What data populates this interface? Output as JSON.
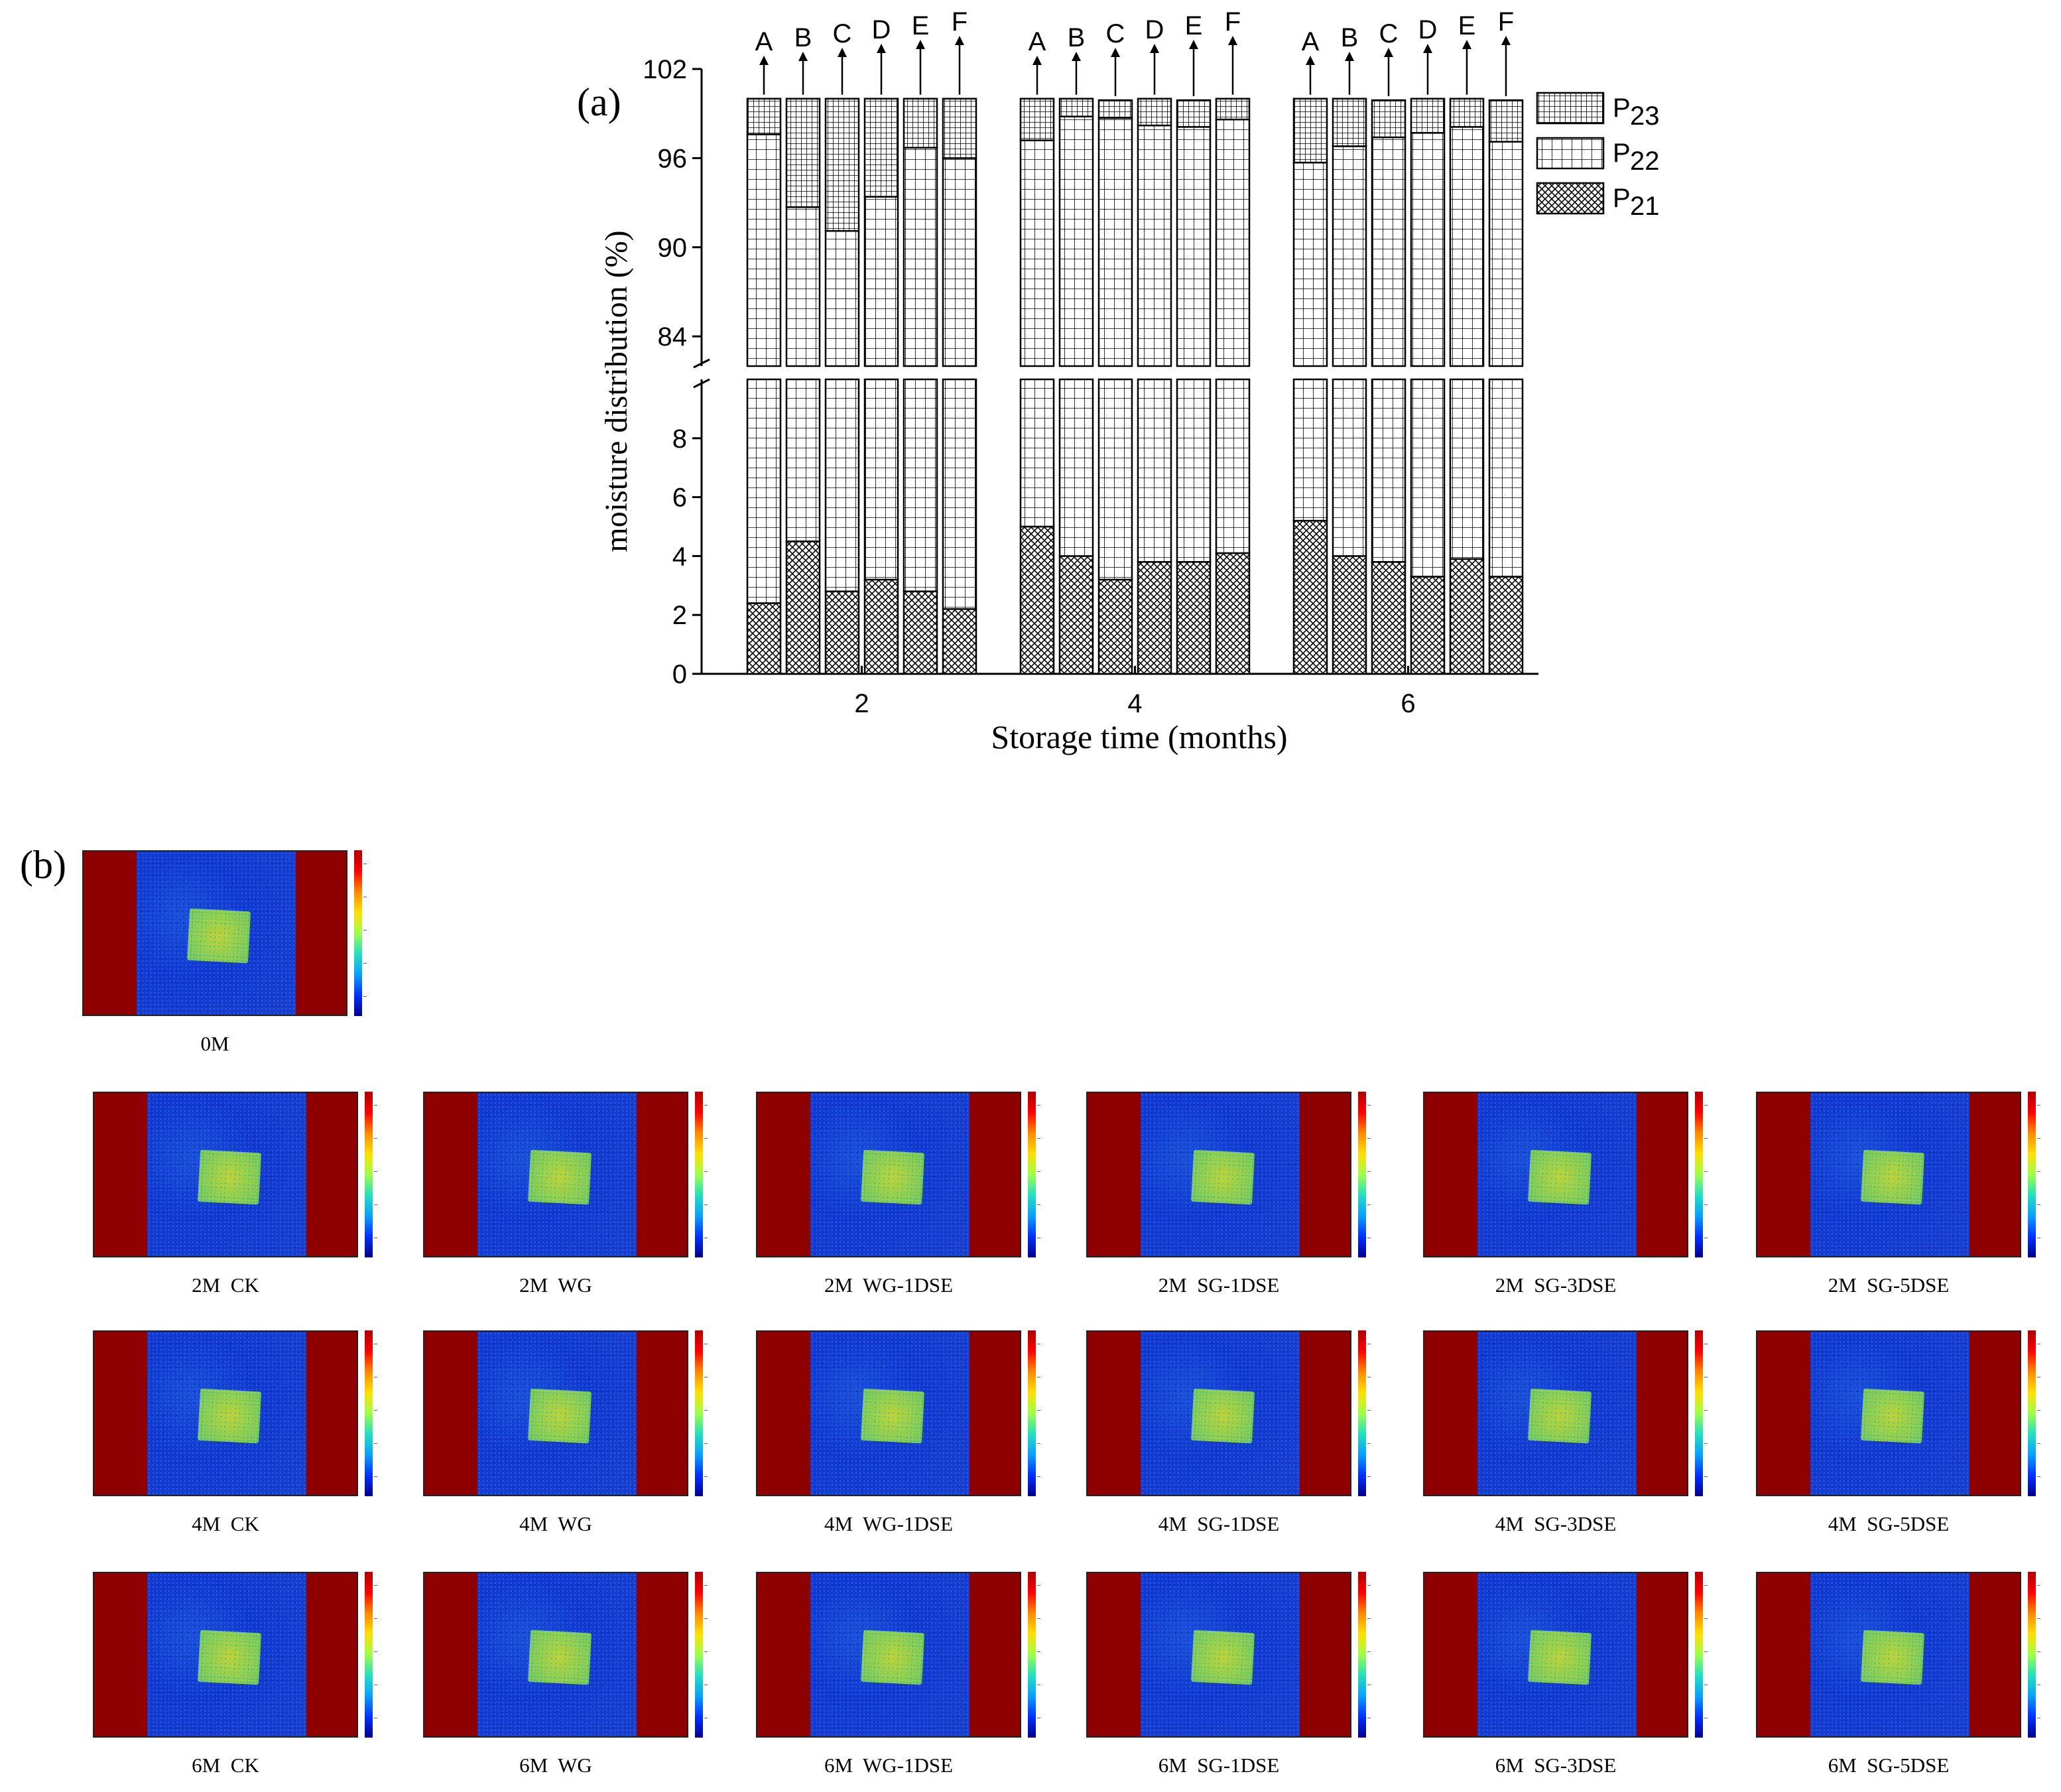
{
  "panel_a_label": "(a)",
  "panel_b_label": "(b)",
  "chart_data": {
    "type": "bar",
    "stacked": true,
    "title": "",
    "xlabel": "Storage time (months)",
    "ylabel": "moisture distribution (%)",
    "x_groups": [
      "2",
      "4",
      "6"
    ],
    "bar_labels": [
      "A",
      "B",
      "C",
      "D",
      "E",
      "F"
    ],
    "y_axis_break": true,
    "ylim_lower": [
      0,
      10
    ],
    "ylim_upper": [
      82,
      102
    ],
    "yticks_lower": [
      0,
      2,
      4,
      6,
      8
    ],
    "yticks_upper": [
      84,
      90,
      96,
      102
    ],
    "grid": false,
    "legend_position": "right",
    "legend": [
      {
        "key": "P23",
        "label": "P",
        "sub": "23",
        "pattern": "dense-grid"
      },
      {
        "key": "P22",
        "label": "P",
        "sub": "22",
        "pattern": "grid"
      },
      {
        "key": "P21",
        "label": "P",
        "sub": "21",
        "pattern": "crosshatch"
      }
    ],
    "series": [
      {
        "name": "P21",
        "values": [
          [
            2.4,
            4.5,
            2.8,
            3.2,
            2.8,
            2.2
          ],
          [
            5.0,
            4.0,
            3.2,
            3.8,
            3.8,
            4.1
          ],
          [
            5.2,
            4.0,
            3.8,
            3.3,
            3.9,
            3.3
          ]
        ]
      },
      {
        "name": "P22",
        "values": [
          [
            95.2,
            88.2,
            88.3,
            90.2,
            93.9,
            93.8
          ],
          [
            92.2,
            94.8,
            95.5,
            94.4,
            94.3,
            94.5
          ],
          [
            90.5,
            92.8,
            93.6,
            94.4,
            94.2,
            93.8
          ]
        ]
      },
      {
        "name": "P23",
        "values": [
          [
            2.4,
            7.3,
            8.9,
            6.6,
            3.3,
            4.0
          ],
          [
            2.8,
            1.2,
            1.2,
            1.8,
            1.8,
            1.4
          ],
          [
            4.3,
            3.2,
            2.5,
            2.3,
            1.9,
            2.8
          ]
        ]
      }
    ]
  },
  "images": {
    "initial": {
      "caption": "0M"
    },
    "grid": [
      [
        "2M  CK",
        "2M  WG",
        "2M  WG-1DSE",
        "2M  SG-1DSE",
        "2M  SG-3DSE",
        "2M  SG-5DSE"
      ],
      [
        "4M  CK",
        "4M  WG",
        "4M  WG-1DSE",
        "4M  SG-1DSE",
        "4M  SG-3DSE",
        "4M  SG-5DSE"
      ],
      [
        "6M  CK",
        "6M  WG",
        "6M  WG-1DSE",
        "6M  SG-1DSE",
        "6M  SG-3DSE",
        "6M  SG-5DSE"
      ]
    ],
    "colors": {
      "background": "#8f0000",
      "field": "#1a3fce",
      "sample": "#86d455"
    }
  }
}
